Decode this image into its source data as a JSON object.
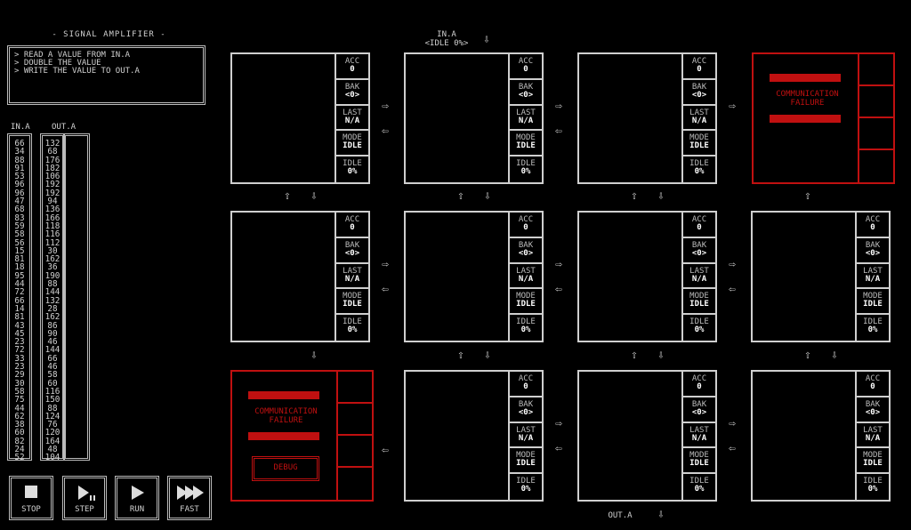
{
  "puzzle": {
    "title": "- SIGNAL AMPLIFIER -",
    "lines": [
      "> READ A VALUE FROM IN.A",
      "> DOUBLE THE VALUE",
      "> WRITE THE VALUE TO OUT.A"
    ]
  },
  "io_columns": {
    "in_header": "IN.A",
    "out_header": "OUT.A",
    "in_values": [
      "66",
      "34",
      "88",
      "91",
      "53",
      "96",
      "96",
      "47",
      "68",
      "83",
      "59",
      "58",
      "56",
      "15",
      "81",
      "18",
      "95",
      "44",
      "72",
      "66",
      "14",
      "81",
      "43",
      "45",
      "23",
      "72",
      "33",
      "23",
      "29",
      "30",
      "58",
      "75",
      "44",
      "62",
      "38",
      "60",
      "82",
      "24",
      "52"
    ],
    "expected_out": [
      "132",
      "68",
      "176",
      "182",
      "106",
      "192",
      "192",
      "94",
      "136",
      "166",
      "118",
      "116",
      "112",
      "30",
      "162",
      "36",
      "190",
      "88",
      "144",
      "132",
      "28",
      "162",
      "86",
      "90",
      "46",
      "144",
      "66",
      "46",
      "58",
      "60",
      "116",
      "150",
      "88",
      "124",
      "76",
      "120",
      "164",
      "48",
      "104"
    ]
  },
  "node_labels": {
    "acc": "ACC",
    "bak": "BAK",
    "last": "LAST",
    "mode": "MODE",
    "idle": "IDLE"
  },
  "node_values": {
    "acc": "0",
    "bak": "<0>",
    "last": "N/A",
    "mode": "IDLE",
    "idle": "0%"
  },
  "fail_text": [
    "COMMUNICATION",
    "FAILURE"
  ],
  "debug_label": "DEBUG",
  "input_label": [
    "IN.A",
    "<IDLE 0%>"
  ],
  "output_label": "OUT.A",
  "arrows": {
    "right": "⇨",
    "left": "⇦",
    "up": "⇧",
    "down": "⇩"
  },
  "controls": [
    {
      "label": "STOP",
      "icon": "stop-icon"
    },
    {
      "label": "STEP",
      "icon": "step-icon"
    },
    {
      "label": "RUN",
      "icon": "run-icon"
    },
    {
      "label": "FAST",
      "icon": "fast-icon"
    }
  ],
  "colors": {
    "failure": "#c01010",
    "frame": "#cfcfcf"
  }
}
